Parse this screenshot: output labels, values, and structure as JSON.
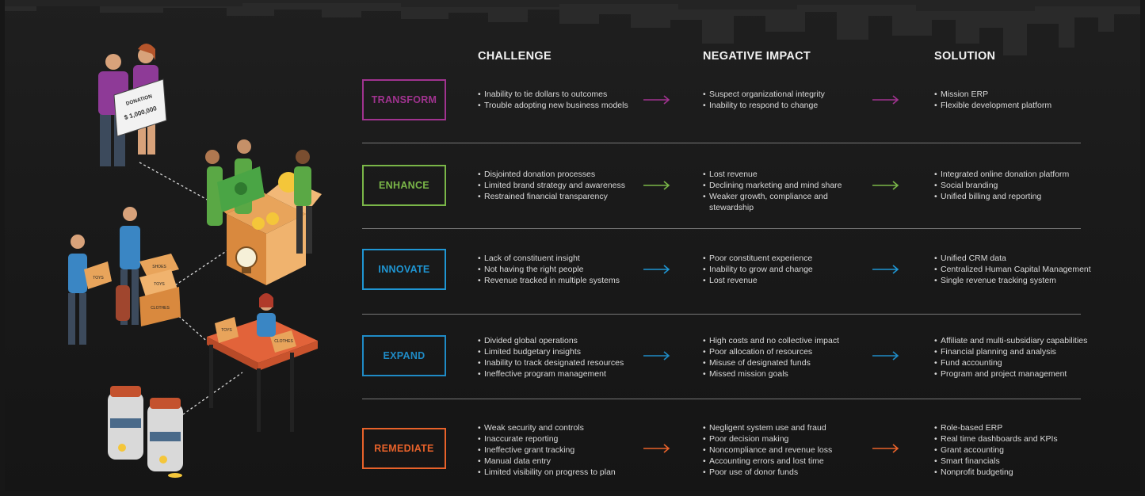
{
  "columns": {
    "challenge": "CHALLENGE",
    "impact": "NEGATIVE IMPACT",
    "solution": "SOLUTION"
  },
  "illustration": {
    "check_title": "DONATION",
    "check_amount": "$ 1,000,000",
    "box_labels": [
      "TOYS",
      "SHOES",
      "TOYS",
      "CLOTHES",
      "TOYS",
      "CLOTHES"
    ]
  },
  "rows": [
    {
      "label": "TRANSFORM",
      "color": "#a0338f",
      "challenge": [
        "Inability to tie dollars to outcomes",
        "Trouble adopting new business models"
      ],
      "impact": [
        "Suspect organizational integrity",
        "Inability to respond to change"
      ],
      "solution": [
        "Mission ERP",
        "Flexible development platform"
      ]
    },
    {
      "label": "ENHANCE",
      "color": "#7ab648",
      "challenge": [
        "Disjointed donation processes",
        "Limited brand strategy and awareness",
        "Restrained financial transparency"
      ],
      "impact": [
        "Lost revenue",
        "Declining marketing and mind share",
        "Weaker growth, compliance and stewardship"
      ],
      "solution": [
        "Integrated online donation platform",
        "Social branding",
        "Unified billing and reporting"
      ]
    },
    {
      "label": "INNOVATE",
      "color": "#1f96d3",
      "challenge": [
        "Lack of constituent insight",
        "Not having the right people",
        "Revenue tracked in multiple systems"
      ],
      "impact": [
        "Poor constituent experience",
        "Inability to grow and change",
        "Lost revenue"
      ],
      "solution": [
        "Unified CRM data",
        "Centralized Human Capital Management",
        "Single revenue tracking system"
      ]
    },
    {
      "label": "EXPAND",
      "color": "#1f8bc6",
      "challenge": [
        "Divided global operations",
        "Limited budgetary insights",
        "Inability to track designated resources",
        "Ineffective program management"
      ],
      "impact": [
        "High costs and no collective impact",
        "Poor allocation of resources",
        "Misuse of designated funds",
        "Missed mission goals"
      ],
      "solution": [
        "Affiliate and multi-subsidiary capabilities",
        "Financial planning and analysis",
        "Fund accounting",
        "Program and project management"
      ]
    },
    {
      "label": "REMEDIATE",
      "color": "#e8622a",
      "challenge": [
        "Weak security and controls",
        "Inaccurate reporting",
        "Ineffective grant tracking",
        "Manual data entry",
        "Limited visibility on progress to plan"
      ],
      "impact": [
        "Negligent system use and fraud",
        "Poor decision making",
        "Noncompliance and revenue loss",
        "Accounting errors and lost time",
        "Poor use of donor funds"
      ],
      "solution": [
        "Role-based ERP",
        "Real time dashboards and KPIs",
        "Grant accounting",
        "Smart financials",
        "Nonprofit budgeting"
      ]
    }
  ]
}
